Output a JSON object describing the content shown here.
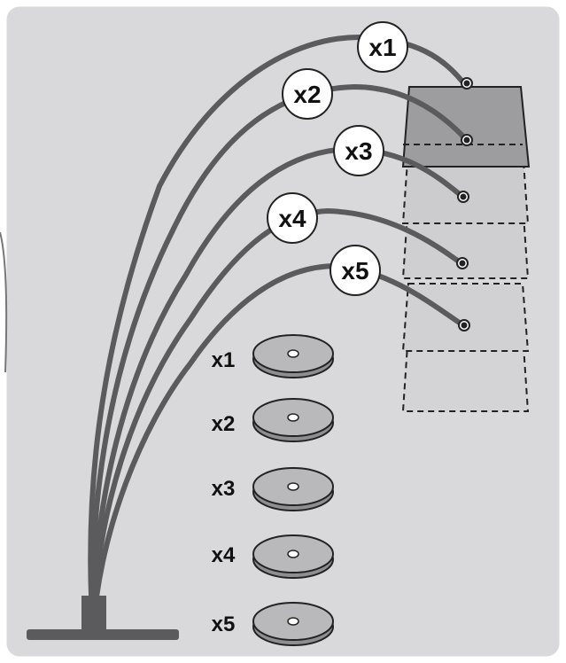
{
  "labels": {
    "rods": [
      "x1",
      "x2",
      "x3",
      "x4",
      "x5"
    ],
    "weights": [
      "x1",
      "x2",
      "x3",
      "x4",
      "x5"
    ]
  },
  "colors": {
    "background": "#d9d9db",
    "frame": "#ffffff",
    "rod": "#5b5b5e",
    "bucket_solid": "#9d9d9f",
    "bucket_ghost": "#d0d0d2",
    "bucket_outline": "#222222",
    "weight_fill": "#b9b9bb",
    "label_circle": "#ffffff"
  },
  "icons": {
    "rod_label": "numbered-circle",
    "weight": "disc-weight-icon",
    "hook": "hook-ring-icon",
    "base": "base-plate"
  }
}
